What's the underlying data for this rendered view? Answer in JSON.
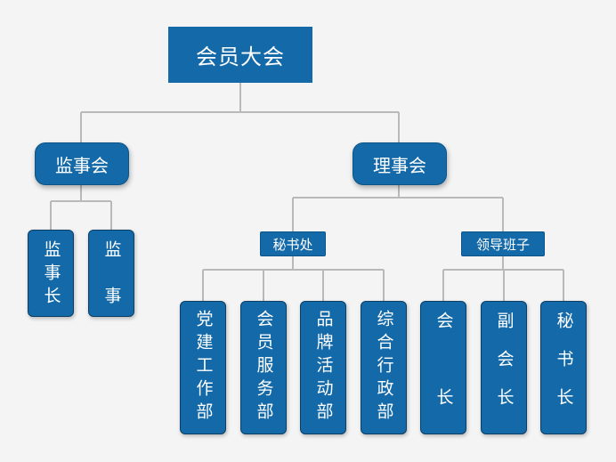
{
  "colors": {
    "box": "#1469a8",
    "text": "#ffffff",
    "line": "#b9b9b9",
    "background": "#f4f4f4"
  },
  "org": {
    "root": "会员大会",
    "supervisory": {
      "label": "监事会",
      "members": [
        "监事长",
        "监　事"
      ]
    },
    "council": {
      "label": "理事会",
      "secretariat": {
        "label": "秘书处",
        "departments": [
          "党建工作部",
          "会员服务部",
          "品牌活动部",
          "综合行政部"
        ]
      },
      "leadership": {
        "label": "领导班子",
        "positions": [
          "会　长",
          "副会长",
          "秘书长"
        ]
      }
    }
  }
}
